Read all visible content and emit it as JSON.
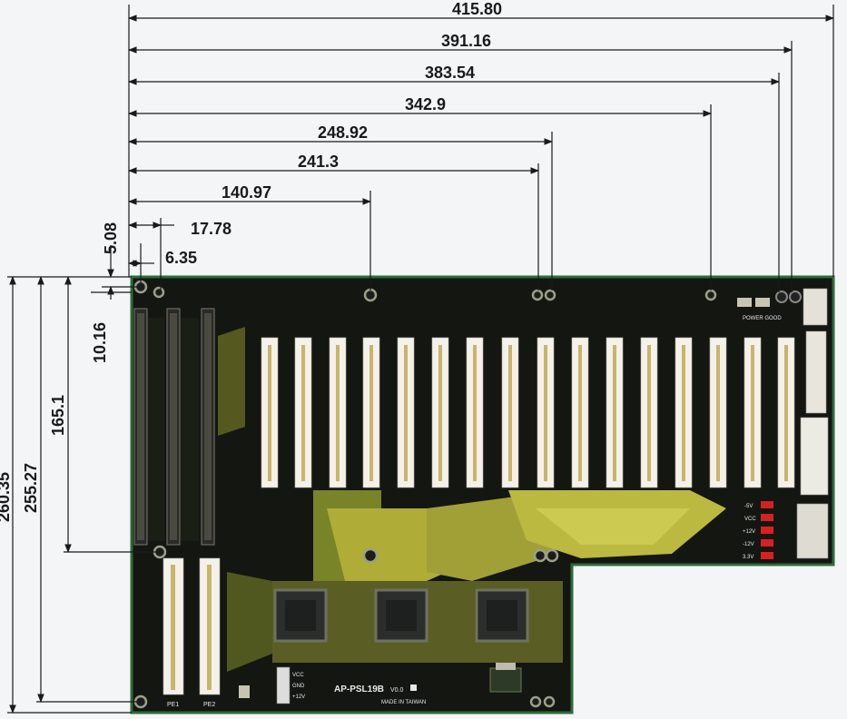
{
  "diagram": {
    "subject": "backplane-board",
    "horizontal_dimensions": [
      "415.80",
      "391.16",
      "383.54",
      "342.9",
      "248.92",
      "241.3",
      "140.97",
      "17.78",
      "6.35"
    ],
    "vertical_dimensions": [
      "5.08",
      "10.16",
      "165.1",
      "255.27",
      "260.35"
    ],
    "board_labels": {
      "model": "AP-PSL19B",
      "version": "V0.0",
      "origin": "MADE IN TAIWAN",
      "power_good": "POWER GOOD",
      "isa_left_1": "PE1",
      "isa_left_2": "PE2",
      "connector_pins": [
        "VCC",
        "GND",
        "+12V"
      ],
      "led_labels": [
        "-5V",
        "VCC",
        "+12V",
        "-12V",
        "3.3V"
      ]
    },
    "colors": {
      "board": "#141612",
      "trace": "#b8b63c",
      "trace_dark": "#7f8a2a",
      "slot": "#f3f1ea",
      "led": "#d92020"
    }
  }
}
